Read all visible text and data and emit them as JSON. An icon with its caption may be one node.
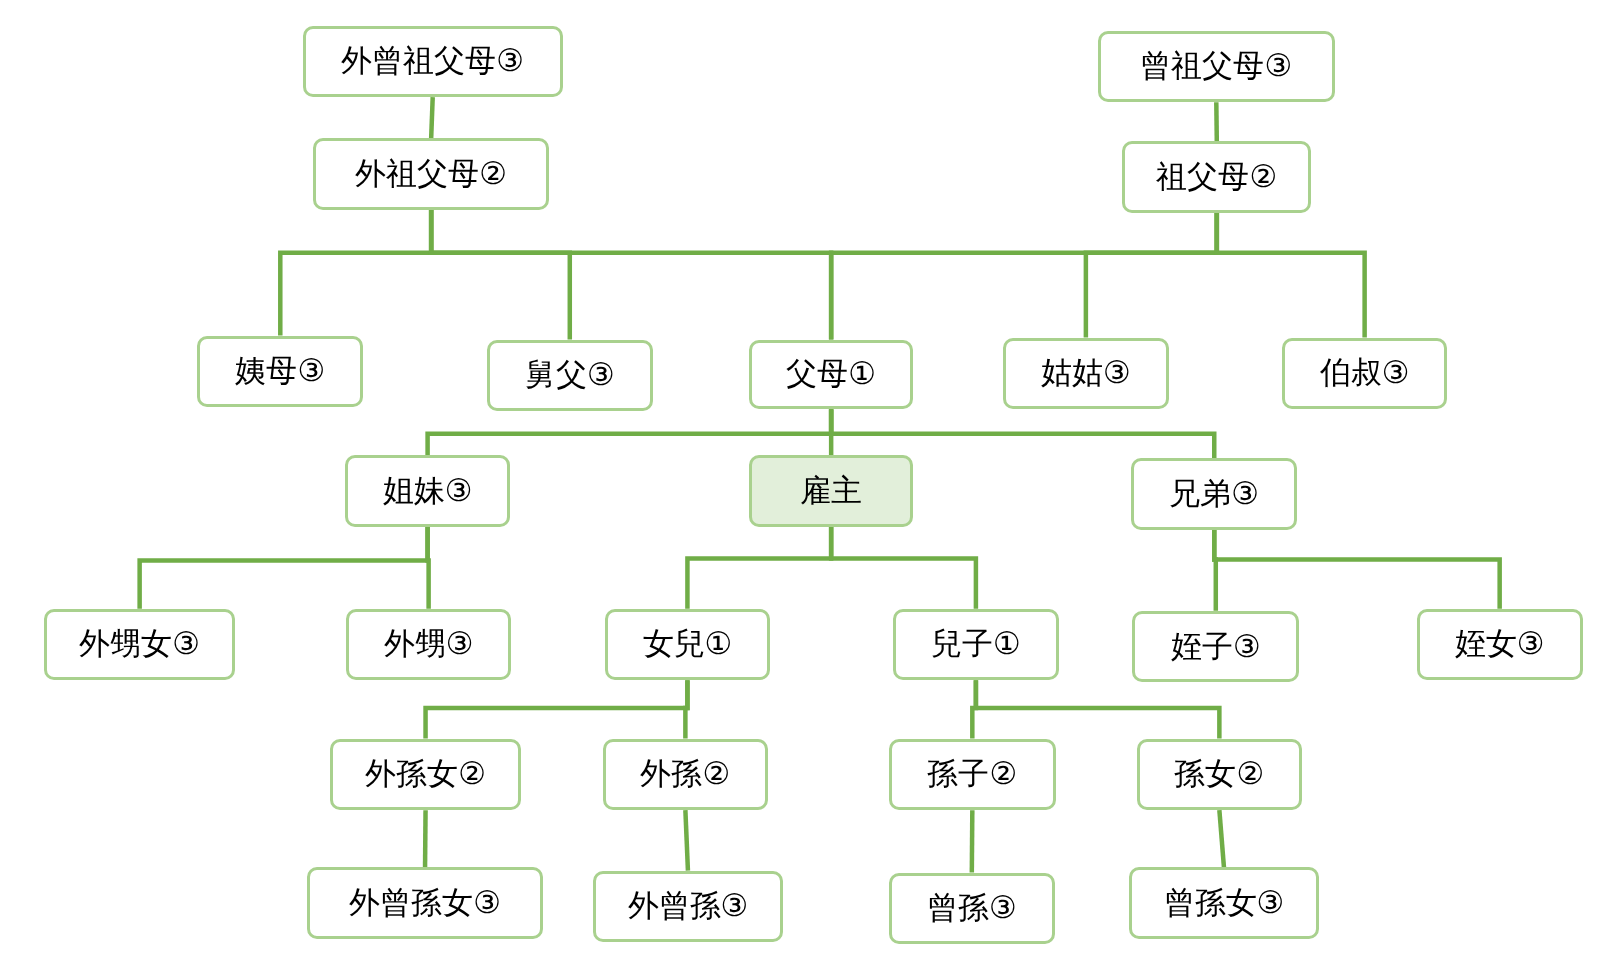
{
  "diagram": {
    "nodes": [
      {
        "text": [
          "外曾祖父母③"
        ]
      },
      {
        "text": [
          "外祖父母②"
        ]
      },
      {
        "text": [
          "曾祖父母③"
        ]
      },
      {
        "text": [
          "祖父母②"
        ]
      },
      {
        "text": [
          "姨母③"
        ]
      },
      {
        "text": [
          "舅父③"
        ]
      },
      {
        "text": [
          "父母①"
        ]
      },
      {
        "text": [
          "姑姑③"
        ]
      },
      {
        "text": [
          "伯叔③"
        ]
      },
      {
        "text": [
          "姐妹③"
        ]
      },
      {
        "text": [
          "雇主"
        ]
      },
      {
        "text": [
          "兄弟③"
        ]
      },
      {
        "text": [
          "外甥女③"
        ]
      },
      {
        "text": [
          "外甥③"
        ]
      },
      {
        "text": [
          "女兒①"
        ]
      },
      {
        "text": [
          "兒子①"
        ]
      },
      {
        "text": [
          "姪子③"
        ]
      },
      {
        "text": [
          "姪女③"
        ]
      },
      {
        "text": [
          "外孫女②"
        ]
      },
      {
        "text": [
          "外孫②"
        ]
      },
      {
        "text": [
          "孫子②"
        ]
      },
      {
        "text": [
          "孫女②"
        ]
      },
      {
        "text": [
          "外曾孫女③"
        ]
      },
      {
        "text": [
          "外曾孫③"
        ]
      },
      {
        "text": [
          "曾孫③"
        ]
      },
      {
        "text": [
          "曾孫女③"
        ]
      }
    ],
    "edges": [
      {
        "from": 0,
        "to": 1,
        "arrow": "none"
      },
      {
        "from": 2,
        "to": 3,
        "arrow": "none"
      },
      {
        "from": 1,
        "to": 4,
        "arrow": "none"
      },
      {
        "from": 1,
        "to": 5,
        "arrow": "none"
      },
      {
        "from": 1,
        "to": 6,
        "arrow": "none"
      },
      {
        "from": 3,
        "to": 6,
        "arrow": "none"
      },
      {
        "from": 3,
        "to": 7,
        "arrow": "none"
      },
      {
        "from": 3,
        "to": 8,
        "arrow": "none"
      },
      {
        "from": 6,
        "to": 9,
        "arrow": "none"
      },
      {
        "from": 6,
        "to": 10,
        "arrow": "none"
      },
      {
        "from": 6,
        "to": 11,
        "arrow": "none"
      },
      {
        "from": 9,
        "to": 12,
        "arrow": "none"
      },
      {
        "from": 9,
        "to": 13,
        "arrow": "none"
      },
      {
        "from": 10,
        "to": 14,
        "arrow": "none"
      },
      {
        "from": 10,
        "to": 15,
        "arrow": "none"
      },
      {
        "from": 11,
        "to": 16,
        "arrow": "none"
      },
      {
        "from": 11,
        "to": 17,
        "arrow": "none"
      },
      {
        "from": 14,
        "to": 18,
        "arrow": "none"
      },
      {
        "from": 14,
        "to": 19,
        "arrow": "none"
      },
      {
        "from": 15,
        "to": 20,
        "arrow": "none"
      },
      {
        "from": 15,
        "to": 21,
        "arrow": "none"
      },
      {
        "from": 18,
        "to": 22,
        "arrow": "none"
      },
      {
        "from": 19,
        "to": 23,
        "arrow": "none"
      },
      {
        "from": 20,
        "to": 24,
        "arrow": "none"
      },
      {
        "from": 21,
        "to": 25,
        "arrow": "none"
      }
    ]
  }
}
